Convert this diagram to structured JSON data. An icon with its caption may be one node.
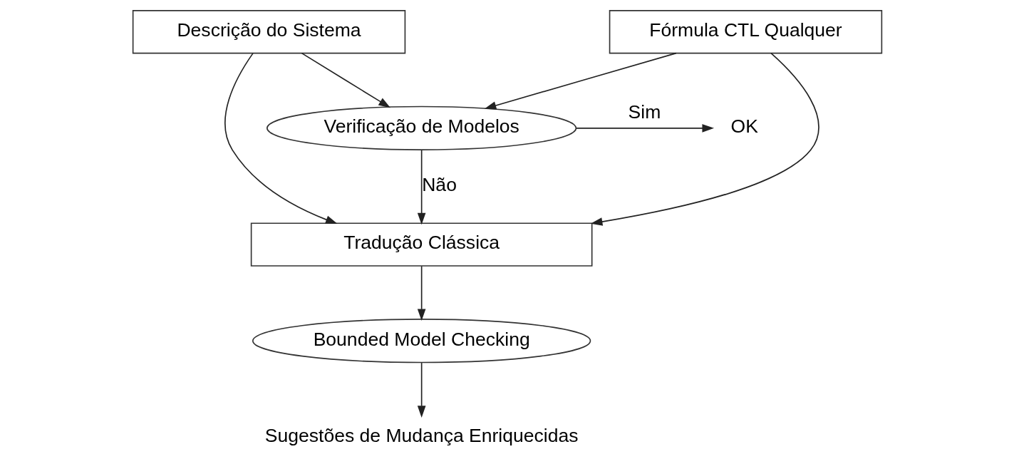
{
  "diagram": {
    "nodes": [
      {
        "text": [
          "Descrição do Sistema"
        ]
      },
      {
        "text": [
          "Fórmula CTL Qualquer"
        ]
      },
      {
        "text": [
          "Verificação de Modelos"
        ]
      },
      {
        "text": [
          "OK"
        ]
      },
      {
        "text": [
          "Tradução Clássica"
        ]
      },
      {
        "text": [
          "Bounded Model Checking"
        ]
      },
      {
        "text": [
          "Sugestões de Mudança Enriquecidas"
        ]
      }
    ],
    "edges": [
      {
        "from": 0,
        "to": 2,
        "arrow": "to"
      },
      {
        "from": 1,
        "to": 2,
        "arrow": "to"
      },
      {
        "from": 2,
        "to": 3,
        "arrow": "to",
        "label": "Sim"
      },
      {
        "from": 2,
        "to": 4,
        "arrow": "to",
        "label": "Não"
      },
      {
        "from": 0,
        "to": 4,
        "arrow": "to"
      },
      {
        "from": 1,
        "to": 4,
        "arrow": "to"
      },
      {
        "from": 4,
        "to": 5,
        "arrow": "to"
      },
      {
        "from": 5,
        "to": 6,
        "arrow": "to"
      }
    ]
  }
}
